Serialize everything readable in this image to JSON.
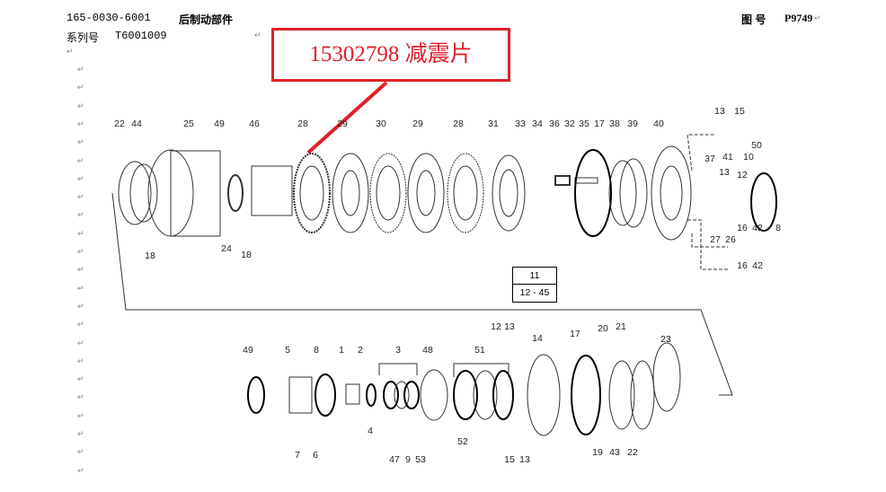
{
  "header": {
    "part_no": "165-0030-6001",
    "title": "后制动部件",
    "serial_label": "系列号",
    "serial_value": "T6001009",
    "drawing_label": "图 号",
    "drawing_no": "P9749"
  },
  "callout": {
    "text": "15302798 减震片"
  },
  "paragraph_mark": "↵",
  "diagram": {
    "top_labels": [
      "22",
      "44",
      "25",
      "49",
      "46",
      "28",
      "29",
      "30",
      "29",
      "28",
      "31",
      "33",
      "34",
      "36",
      "32",
      "35",
      "17",
      "38",
      "39",
      "40",
      "13",
      "15",
      "50",
      "41",
      "10",
      "37",
      "13",
      "12",
      "16",
      "42",
      "27",
      "26",
      "16",
      "42",
      "8",
      "18",
      "24",
      "18"
    ],
    "table": {
      "row1": "11",
      "row2": "12 - 45"
    },
    "bottom_labels": [
      "49",
      "5",
      "8",
      "1",
      "2",
      "3",
      "48",
      "51",
      "12",
      "13",
      "14",
      "17",
      "20",
      "21",
      "23",
      "4",
      "47",
      "9",
      "53",
      "7",
      "6",
      "52",
      "15",
      "13",
      "19",
      "43",
      "22"
    ]
  }
}
